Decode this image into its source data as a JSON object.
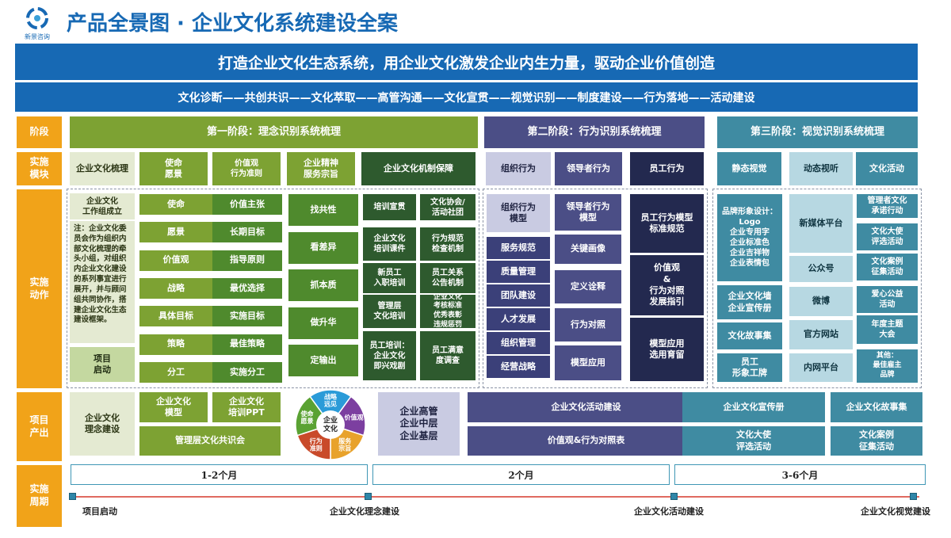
{
  "header": {
    "logo_text": "新景咨询",
    "title": "产品全景图 · 企业文化系统建设全案"
  },
  "banner": "打造企业文化生态系统，用企业文化激发企业内生力量，驱动企业价值创造",
  "flow": "文化诊断——共创共识——文化萃取——高管沟通——文化宣贯——视觉识别——制度建设——行为落地——活动建设",
  "rows": {
    "stage": "阶段",
    "module": "实施\n模块",
    "action": "实施\n动作",
    "output": "项目\n产出",
    "period": "实施\n周期"
  },
  "stages": [
    "第一阶段：理念识别系统梳理",
    "第二阶段：行为识别系统梳理",
    "第三阶段：视觉识别系统梳理"
  ],
  "modules": [
    "企业文化梳理",
    "使命\n愿景",
    "价值观\n行为准则",
    "企业精神\n服务宗旨",
    "企业文化机制保障",
    "组织行为",
    "领导者行为",
    "员工行为",
    "静态视觉",
    "动态视听",
    "文化活动"
  ],
  "p1": {
    "setup_title": "企业文化\n工作组成立",
    "setup_note": "注：企业文化委员会作为组织内部文化梳理的牵头小组，对组织内企业文化建设的系列事宜进行展开，并与顾问组共同协作，搭建企业文化生态建设框架。",
    "kickoff": "项目\n启动",
    "pairs": [
      [
        "使命",
        "价值主张"
      ],
      [
        "愿景",
        "长期目标"
      ],
      [
        "价值观",
        "指导原则"
      ],
      [
        "战略",
        "最优选择"
      ],
      [
        "具体目标",
        "实施目标"
      ],
      [
        "策略",
        "最佳策略"
      ],
      [
        "分工",
        "实施分工"
      ]
    ],
    "steps": [
      "找共性",
      "看差异",
      "抓本质",
      "做升华",
      "定输出"
    ],
    "mech_left": [
      "培训宣贯",
      "企业文化\n培训课件",
      "新员工\n入职培训",
      "管理层\n文化培训",
      "员工培训：\n企业文化\n即兴戏剧"
    ],
    "mech_right": [
      "文化协会/\n活动社团",
      "行为规范\n检查机制",
      "员工关系\n公告机制",
      "企业文化\n考核标准\n优秀表彰\n违规惩罚",
      "员工满意\n度调查"
    ]
  },
  "p2": {
    "org": [
      "组织行为\n模型",
      "服务规范",
      "质量管理",
      "团队建设",
      "人才发展",
      "组织管理",
      "经营战略"
    ],
    "leader": [
      "领导者行为\n模型",
      "关键画像",
      "定义诠释",
      "行为对照",
      "模型应用"
    ],
    "staff": [
      "员工行为模型\n标准规范",
      "价值观\n&\n行为对照\n发展指引",
      "模型应用\n选用育留"
    ]
  },
  "p3": {
    "static": [
      "品牌形象设计：Logo\n企业专用字\n企业标准色\n企业吉祥物\n企业表情包",
      "企业文化墙\n企业宣传册",
      "文化故事集",
      "员工\n形象工牌"
    ],
    "media": [
      "新媒体平台",
      "公众号",
      "微博",
      "官方网站",
      "内网平台"
    ],
    "activity": [
      "管理者文化\n承诺行动",
      "文化大使\n评选活动",
      "文化案例\n征集活动",
      "爱心公益\n活动",
      "年度主题\n大会",
      "其他：\n最佳雇主\n品牌"
    ]
  },
  "outputs": {
    "concept": "企业文化\n理念建设",
    "model": "企业文化\n模型",
    "ppt": "企业文化\n培训PPT",
    "consensus": "管理层文化共识会",
    "wheel_center": "企业\n文化",
    "wheel": [
      "战略\n远见",
      "价值观",
      "服务\n宗旨",
      "行为\n准则",
      "使命\n愿景"
    ],
    "mgmt": "企业高管\n企业中层\n企业基层",
    "activity": "企业文化活动建设",
    "compare": "价值观&行为对照表",
    "brochure": "企业文化宣传册",
    "stories": "企业文化故事集",
    "ambassador": "文化大使\n评选活动",
    "cases": "文化案例\n征集活动"
  },
  "periods": [
    "1-2个月",
    "2个月",
    "3-6个月"
  ],
  "milestones": [
    "项目启动",
    "企业文化理念建设",
    "企业文化活动建设",
    "企业文化视觉建设"
  ],
  "colors": {
    "orange": "#f1a319",
    "blue": "#1769b4",
    "green": "#7da233",
    "purple": "#4b4e86",
    "teal": "#3f8ba2"
  }
}
